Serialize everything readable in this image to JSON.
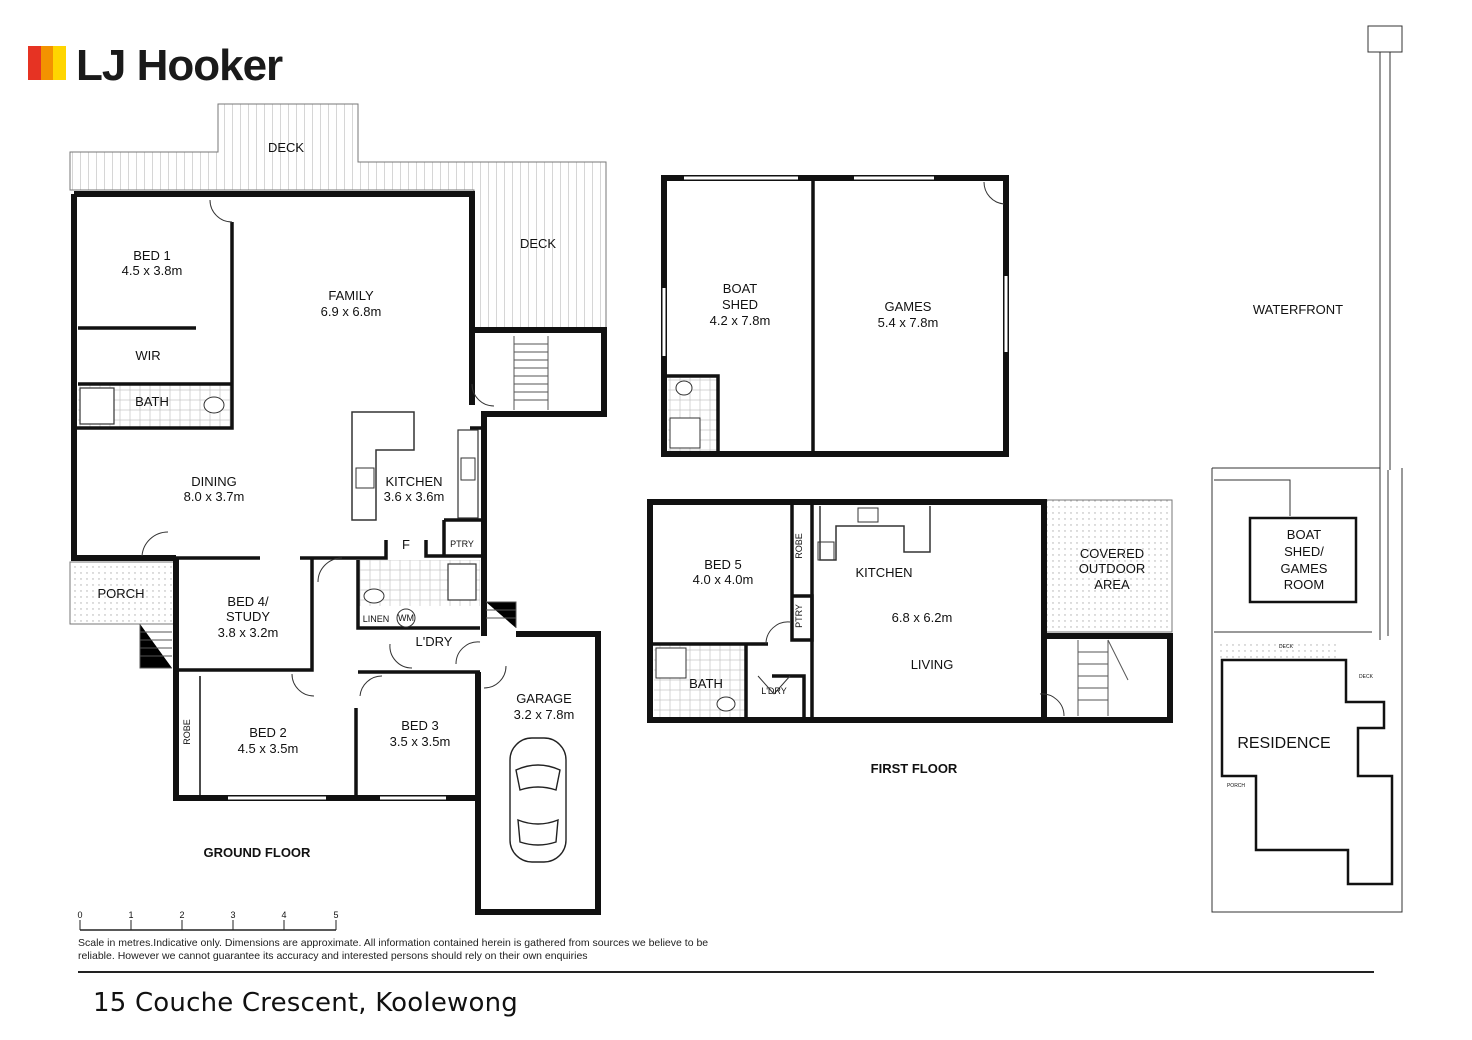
{
  "brand": {
    "name": "LJ Hooker",
    "colors": {
      "red": "#e63323",
      "orange": "#f39200",
      "yellow": "#ffd500",
      "text": "#1a1a1a"
    }
  },
  "address": "15 Couche Crescent, Koolewong",
  "disclaimer": "Scale in metres.Indicative only. Dimensions are approximate. All information contained herein is gathered from sources we believe to be reliable. However we cannot guarantee its accuracy and interested persons should rely on their own enquiries",
  "scale_ticks": [
    "0",
    "1",
    "2",
    "3",
    "4",
    "5"
  ],
  "ground_floor": {
    "title": "GROUND FLOOR",
    "rooms": {
      "deck_top": {
        "name": "DECK"
      },
      "deck_right": {
        "name": "DECK"
      },
      "bed1": {
        "name": "BED 1",
        "size": "4.5 x 3.8m"
      },
      "wir": {
        "name": "WIR"
      },
      "bath": {
        "name": "BATH"
      },
      "family": {
        "name": "FAMILY",
        "size": "6.9 x 6.8m"
      },
      "dining": {
        "name": "DINING",
        "size": "8.0 x 3.7m"
      },
      "kitchen": {
        "name": "KITCHEN",
        "size": "3.6 x 3.6m"
      },
      "fridge": {
        "name": "F"
      },
      "pantry": {
        "name": "PTRY"
      },
      "porch": {
        "name": "PORCH"
      },
      "bed4": {
        "name": "BED 4/",
        "name2": "STUDY",
        "size": "3.8 x 3.2m"
      },
      "linen": {
        "name": "LINEN"
      },
      "wm": {
        "name": "WM"
      },
      "laundry": {
        "name": "L'DRY"
      },
      "bed2": {
        "name": "BED 2",
        "size": "4.5 x 3.5m"
      },
      "robe": {
        "name": "ROBE"
      },
      "bed3": {
        "name": "BED 3",
        "size": "3.5 x 3.5m"
      },
      "garage": {
        "name": "GARAGE",
        "size": "3.2 x 7.8m"
      }
    }
  },
  "outbuilding": {
    "boat_shed": {
      "name": "BOAT",
      "name2": "SHED",
      "size": "4.2 x 7.8m"
    },
    "games": {
      "name": "GAMES",
      "size": "5.4 x 7.8m"
    }
  },
  "first_floor": {
    "title": "FIRST FLOOR",
    "rooms": {
      "bed5": {
        "name": "BED 5",
        "size": "4.0 x 4.0m"
      },
      "robe": {
        "name": "ROBE"
      },
      "pantry": {
        "name": "PTRY"
      },
      "kitchen": {
        "name": "KITCHEN"
      },
      "living_size": {
        "size": "6.8 x 6.2m"
      },
      "living": {
        "name": "LIVING"
      },
      "covered": {
        "name": "COVERED",
        "name2": "OUTDOOR",
        "name3": "AREA"
      },
      "bath": {
        "name": "BATH"
      },
      "laundry": {
        "name": "L'DRY"
      }
    }
  },
  "site": {
    "waterfront": "WATERFRONT",
    "boat_shed_games": {
      "l1": "BOAT",
      "l2": "SHED/",
      "l3": "GAMES",
      "l4": "ROOM"
    },
    "residence": "RESIDENCE",
    "deck1": "DECK",
    "deck2": "DECK",
    "porch": "PORCH"
  }
}
